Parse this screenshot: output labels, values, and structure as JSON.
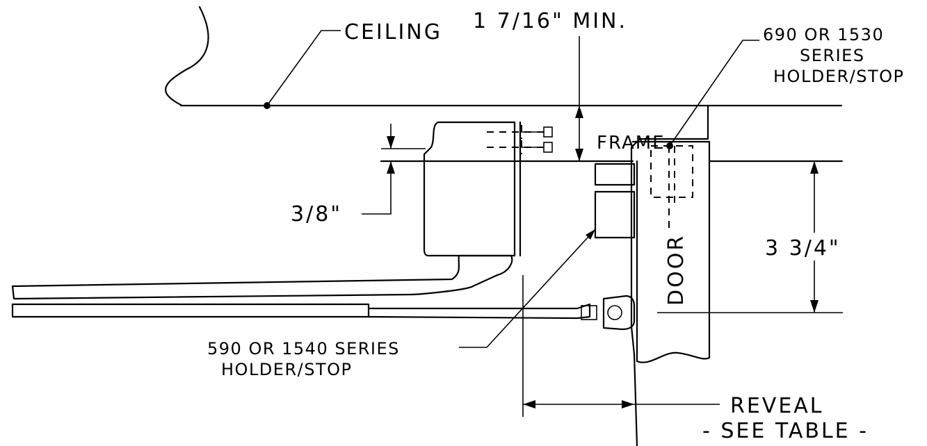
{
  "labels": {
    "ceiling": "CEILING",
    "min_clearance": "1 7/16\" MIN.",
    "top_holder_line1": "690 OR 1530",
    "top_holder_line2": "SERIES",
    "top_holder_line3": "HOLDER/STOP",
    "frame": "FRAME",
    "offset": "3/8\"",
    "door_height": "3 3/4\"",
    "door": "DOOR",
    "side_holder_line1": "590 OR 1540 SERIES",
    "side_holder_line2": "HOLDER/STOP",
    "reveal": "REVEAL",
    "see_table": "- SEE TABLE -"
  }
}
